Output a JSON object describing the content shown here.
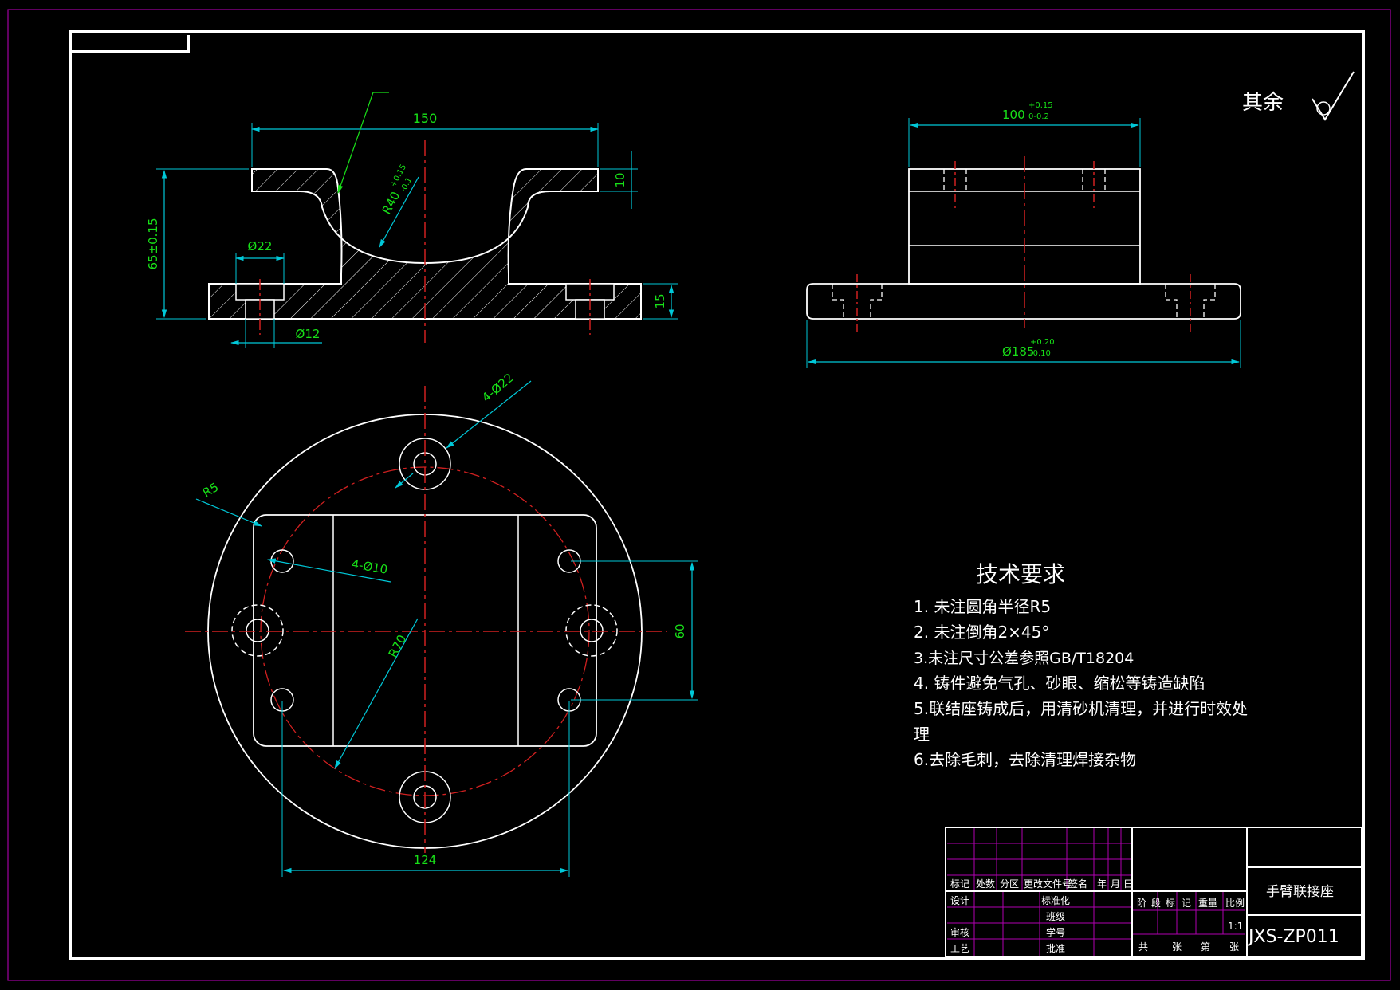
{
  "colors": {
    "background": "#000000",
    "outline": "#ffffff",
    "dimension": "#00c8d8",
    "center": "#d02020",
    "leader": "#18e018",
    "hidden": "#ffffff",
    "grid": "#b000b0",
    "text": "#ffffff",
    "dim_text": "#18e018",
    "sheet_border": "#a000a0"
  },
  "surface": {
    "symbol_label": "其余"
  },
  "front_view": {
    "dim_width": "150",
    "dim_height": "65±0.15",
    "dim_flange": "10",
    "dim_base": "15",
    "dim_radius": "R40",
    "dim_radius_tol_upper": "+0.15",
    "dim_radius_tol_lower": "-0.1",
    "dim_cbore": "Ø22",
    "dim_hole": "Ø12"
  },
  "side_view": {
    "dim_top": "100",
    "dim_top_tol_upper": "+0.15",
    "dim_top_tol_lower": "0-0.2",
    "dim_base": "Ø185",
    "dim_base_tol_upper": "+0.20",
    "dim_base_tol_lower": "-0.10"
  },
  "top_view": {
    "dim_big_holes": "4-Ø22",
    "dim_corner": "R5",
    "dim_small_holes": "4-Ø10",
    "dim_r70": "R70",
    "dim_60": "60",
    "dim_124": "124"
  },
  "tech": {
    "title": "技术要求",
    "lines": [
      "1. 未注圆角半径R5",
      "2. 未注倒角2×45°",
      "3.未注尺寸公差参照GB/T18204",
      "4. 铸件避免气孔、砂眼、缩松等铸造缺陷",
      "5.联结座铸成后，用清砂机清理，并进行时效处",
      "理",
      "6.去除毛刺，去除清理焊接杂物"
    ]
  },
  "title_block": {
    "rev_headers": [
      "标记",
      "处数",
      "分区",
      "更改文件号",
      "签名",
      "年",
      "月",
      "日"
    ],
    "design": "设计",
    "standardize": "标准化",
    "review": "审核",
    "craft": "工艺",
    "class": "班级",
    "student_id": "学号",
    "approve": "批准",
    "stage_headers": [
      "阶",
      "段",
      "标",
      "记",
      "重量",
      "比例"
    ],
    "scale": "1:1",
    "sheets": [
      "共",
      "张",
      "第",
      "张"
    ],
    "part_name": "手臂联接座",
    "drawing_no": "JXS-ZP011"
  }
}
